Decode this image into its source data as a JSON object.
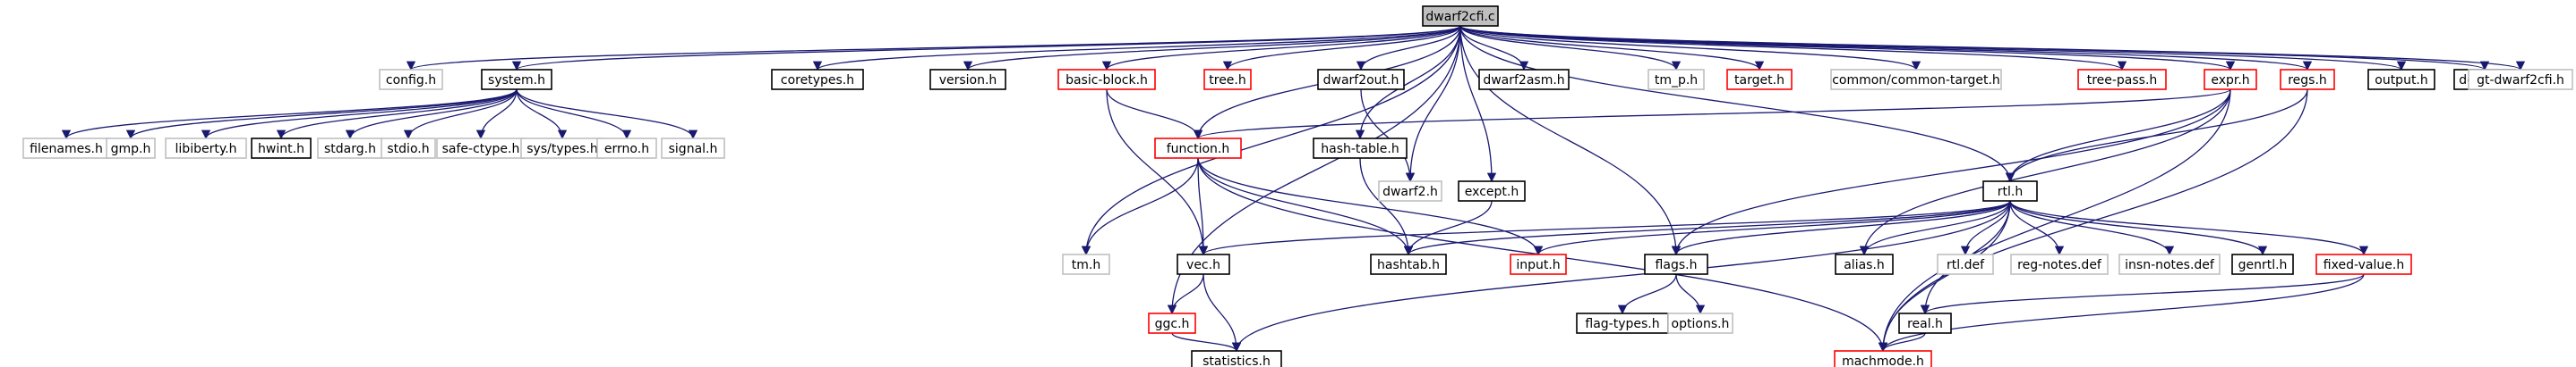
{
  "graph": {
    "colors": {
      "edge": "#191970",
      "root_fill": "#bfbfbf",
      "root_border": "#000000",
      "normal_border": "#000000",
      "truncated_border": "#ff0000",
      "external_border": "#bfbfbf",
      "text": "#000000",
      "background": "#ffffff"
    },
    "nodes": [
      {
        "id": "dwarf2cfi_c",
        "label": "dwarf2cfi.c",
        "kind": "root"
      },
      {
        "id": "config_h",
        "label": "config.h",
        "kind": "external"
      },
      {
        "id": "system_h",
        "label": "system.h",
        "kind": "normal"
      },
      {
        "id": "coretypes_h",
        "label": "coretypes.h",
        "kind": "normal"
      },
      {
        "id": "version_h",
        "label": "version.h",
        "kind": "normal"
      },
      {
        "id": "basic_block_h",
        "label": "basic-block.h",
        "kind": "truncated"
      },
      {
        "id": "tree_h",
        "label": "tree.h",
        "kind": "truncated"
      },
      {
        "id": "dwarf2out_h",
        "label": "dwarf2out.h",
        "kind": "normal"
      },
      {
        "id": "dwarf2asm_h",
        "label": "dwarf2asm.h",
        "kind": "normal"
      },
      {
        "id": "tm_p_h",
        "label": "tm_p.h",
        "kind": "external"
      },
      {
        "id": "target_h",
        "label": "target.h",
        "kind": "truncated"
      },
      {
        "id": "common_target_h",
        "label": "common/common-target.h",
        "kind": "external"
      },
      {
        "id": "tree_pass_h",
        "label": "tree-pass.h",
        "kind": "truncated"
      },
      {
        "id": "expr_h",
        "label": "expr.h",
        "kind": "truncated"
      },
      {
        "id": "regs_h",
        "label": "regs.h",
        "kind": "truncated"
      },
      {
        "id": "output_h",
        "label": "output.h",
        "kind": "normal"
      },
      {
        "id": "debug_h",
        "label": "debug.h",
        "kind": "normal"
      },
      {
        "id": "gt_dwarf2cfi_h",
        "label": "gt-dwarf2cfi.h",
        "kind": "external"
      },
      {
        "id": "filenames_h",
        "label": "filenames.h",
        "kind": "external"
      },
      {
        "id": "gmp_h",
        "label": "gmp.h",
        "kind": "external"
      },
      {
        "id": "libiberty_h",
        "label": "libiberty.h",
        "kind": "external"
      },
      {
        "id": "hwint_h",
        "label": "hwint.h",
        "kind": "normal"
      },
      {
        "id": "stdarg_h",
        "label": "stdarg.h",
        "kind": "external"
      },
      {
        "id": "stdio_h",
        "label": "stdio.h",
        "kind": "external"
      },
      {
        "id": "safe_ctype_h",
        "label": "safe-ctype.h",
        "kind": "external"
      },
      {
        "id": "sys_types_h",
        "label": "sys/types.h",
        "kind": "external"
      },
      {
        "id": "errno_h",
        "label": "errno.h",
        "kind": "external"
      },
      {
        "id": "signal_h",
        "label": "signal.h",
        "kind": "external"
      },
      {
        "id": "function_h",
        "label": "function.h",
        "kind": "truncated"
      },
      {
        "id": "hash_table_h",
        "label": "hash-table.h",
        "kind": "normal"
      },
      {
        "id": "dwarf2_h",
        "label": "dwarf2.h",
        "kind": "external"
      },
      {
        "id": "except_h",
        "label": "except.h",
        "kind": "normal"
      },
      {
        "id": "rtl_h",
        "label": "rtl.h",
        "kind": "normal"
      },
      {
        "id": "tm_h",
        "label": "tm.h",
        "kind": "external"
      },
      {
        "id": "vec_h",
        "label": "vec.h",
        "kind": "normal"
      },
      {
        "id": "hashtab_h",
        "label": "hashtab.h",
        "kind": "normal"
      },
      {
        "id": "input_h",
        "label": "input.h",
        "kind": "truncated"
      },
      {
        "id": "flags_h",
        "label": "flags.h",
        "kind": "normal"
      },
      {
        "id": "alias_h",
        "label": "alias.h",
        "kind": "normal"
      },
      {
        "id": "rtl_def",
        "label": "rtl.def",
        "kind": "external"
      },
      {
        "id": "reg_notes_def",
        "label": "reg-notes.def",
        "kind": "external"
      },
      {
        "id": "insn_notes_def",
        "label": "insn-notes.def",
        "kind": "external"
      },
      {
        "id": "genrtl_h",
        "label": "genrtl.h",
        "kind": "normal"
      },
      {
        "id": "fixed_value_h",
        "label": "fixed-value.h",
        "kind": "truncated"
      },
      {
        "id": "ggc_h",
        "label": "ggc.h",
        "kind": "truncated"
      },
      {
        "id": "flag_types_h",
        "label": "flag-types.h",
        "kind": "normal"
      },
      {
        "id": "options_h",
        "label": "options.h",
        "kind": "external"
      },
      {
        "id": "real_h",
        "label": "real.h",
        "kind": "normal"
      },
      {
        "id": "statistics_h",
        "label": "statistics.h",
        "kind": "normal"
      },
      {
        "id": "machmode_h",
        "label": "machmode.h",
        "kind": "truncated"
      }
    ],
    "edges": [
      [
        "dwarf2cfi_c",
        "config_h"
      ],
      [
        "dwarf2cfi_c",
        "system_h"
      ],
      [
        "dwarf2cfi_c",
        "coretypes_h"
      ],
      [
        "dwarf2cfi_c",
        "version_h"
      ],
      [
        "dwarf2cfi_c",
        "basic_block_h"
      ],
      [
        "dwarf2cfi_c",
        "tree_h"
      ],
      [
        "dwarf2cfi_c",
        "dwarf2out_h"
      ],
      [
        "dwarf2cfi_c",
        "dwarf2asm_h"
      ],
      [
        "dwarf2cfi_c",
        "tm_p_h"
      ],
      [
        "dwarf2cfi_c",
        "target_h"
      ],
      [
        "dwarf2cfi_c",
        "common_target_h"
      ],
      [
        "dwarf2cfi_c",
        "tree_pass_h"
      ],
      [
        "dwarf2cfi_c",
        "expr_h"
      ],
      [
        "dwarf2cfi_c",
        "regs_h"
      ],
      [
        "dwarf2cfi_c",
        "output_h"
      ],
      [
        "dwarf2cfi_c",
        "debug_h"
      ],
      [
        "dwarf2cfi_c",
        "gt_dwarf2cfi_h"
      ],
      [
        "dwarf2cfi_c",
        "function_h"
      ],
      [
        "dwarf2cfi_c",
        "hash_table_h"
      ],
      [
        "dwarf2cfi_c",
        "dwarf2_h"
      ],
      [
        "dwarf2cfi_c",
        "except_h"
      ],
      [
        "dwarf2cfi_c",
        "rtl_h"
      ],
      [
        "dwarf2cfi_c",
        "tm_h"
      ],
      [
        "dwarf2cfi_c",
        "flags_h"
      ],
      [
        "dwarf2cfi_c",
        "ggc_h"
      ],
      [
        "system_h",
        "filenames_h"
      ],
      [
        "system_h",
        "gmp_h"
      ],
      [
        "system_h",
        "libiberty_h"
      ],
      [
        "system_h",
        "hwint_h"
      ],
      [
        "system_h",
        "stdarg_h"
      ],
      [
        "system_h",
        "stdio_h"
      ],
      [
        "system_h",
        "safe_ctype_h"
      ],
      [
        "system_h",
        "sys_types_h"
      ],
      [
        "system_h",
        "errno_h"
      ],
      [
        "system_h",
        "signal_h"
      ],
      [
        "basic_block_h",
        "function_h"
      ],
      [
        "basic_block_h",
        "vec_h"
      ],
      [
        "dwarf2out_h",
        "dwarf2_h"
      ],
      [
        "expr_h",
        "function_h"
      ],
      [
        "expr_h",
        "rtl_h"
      ],
      [
        "expr_h",
        "flags_h"
      ],
      [
        "expr_h",
        "alias_h"
      ],
      [
        "expr_h",
        "machmode_h"
      ],
      [
        "regs_h",
        "rtl_h"
      ],
      [
        "regs_h",
        "machmode_h"
      ],
      [
        "function_h",
        "tm_h"
      ],
      [
        "function_h",
        "vec_h"
      ],
      [
        "function_h",
        "hashtab_h"
      ],
      [
        "function_h",
        "input_h"
      ],
      [
        "function_h",
        "machmode_h"
      ],
      [
        "hash_table_h",
        "hashtab_h"
      ],
      [
        "except_h",
        "hashtab_h"
      ],
      [
        "rtl_h",
        "vec_h"
      ],
      [
        "rtl_h",
        "hashtab_h"
      ],
      [
        "rtl_h",
        "input_h"
      ],
      [
        "rtl_h",
        "flags_h"
      ],
      [
        "rtl_h",
        "alias_h"
      ],
      [
        "rtl_h",
        "rtl_def"
      ],
      [
        "rtl_h",
        "reg_notes_def"
      ],
      [
        "rtl_h",
        "insn_notes_def"
      ],
      [
        "rtl_h",
        "genrtl_h"
      ],
      [
        "rtl_h",
        "fixed_value_h"
      ],
      [
        "rtl_h",
        "real_h"
      ],
      [
        "rtl_h",
        "machmode_h"
      ],
      [
        "rtl_h",
        "statistics_h"
      ],
      [
        "vec_h",
        "ggc_h"
      ],
      [
        "vec_h",
        "statistics_h"
      ],
      [
        "ggc_h",
        "statistics_h"
      ],
      [
        "flags_h",
        "flag_types_h"
      ],
      [
        "flags_h",
        "options_h"
      ],
      [
        "fixed_value_h",
        "real_h"
      ],
      [
        "fixed_value_h",
        "machmode_h"
      ],
      [
        "real_h",
        "machmode_h"
      ]
    ]
  }
}
